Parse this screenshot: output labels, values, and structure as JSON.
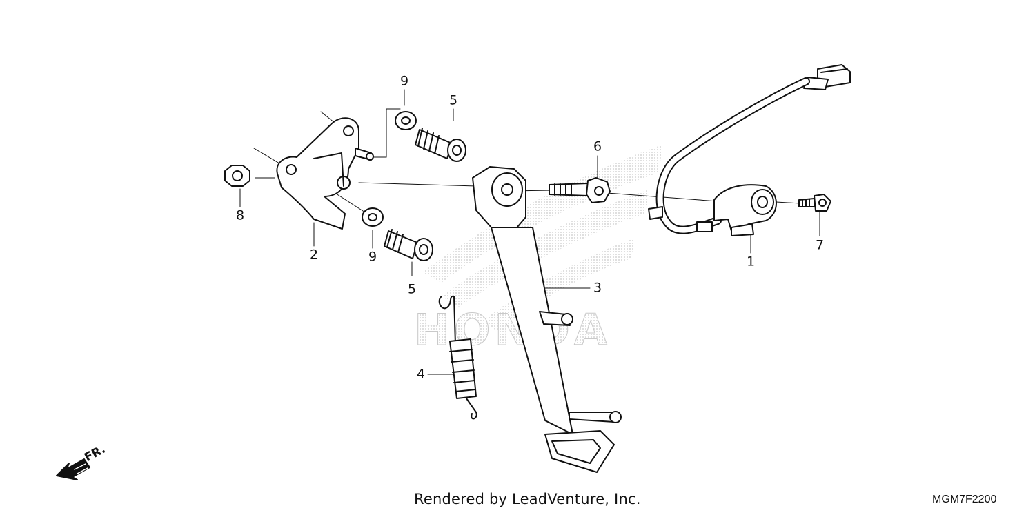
{
  "diagram": {
    "watermark_text": "HONDA",
    "front_indicator": {
      "label": "FR.",
      "icon": "front-arrow-icon"
    },
    "callouts": [
      {
        "id": "1",
        "part": "sidestand-switch"
      },
      {
        "id": "2",
        "part": "bracket"
      },
      {
        "id": "3",
        "part": "side-stand"
      },
      {
        "id": "4",
        "part": "spring"
      },
      {
        "id": "5",
        "part": "bolt"
      },
      {
        "id": "6",
        "part": "pivot-bolt"
      },
      {
        "id": "7",
        "part": "screw"
      },
      {
        "id": "8",
        "part": "nut"
      },
      {
        "id": "9",
        "part": "washer"
      }
    ],
    "labels": {
      "c1": "1",
      "c2": "2",
      "c3": "3",
      "c4": "4",
      "c5a": "5",
      "c5b": "5",
      "c6": "6",
      "c7": "7",
      "c8": "8",
      "c9a": "9",
      "c9b": "9"
    },
    "footer_credit": "Rendered by LeadVenture, Inc.",
    "diagram_code": "MGM7F2200"
  }
}
